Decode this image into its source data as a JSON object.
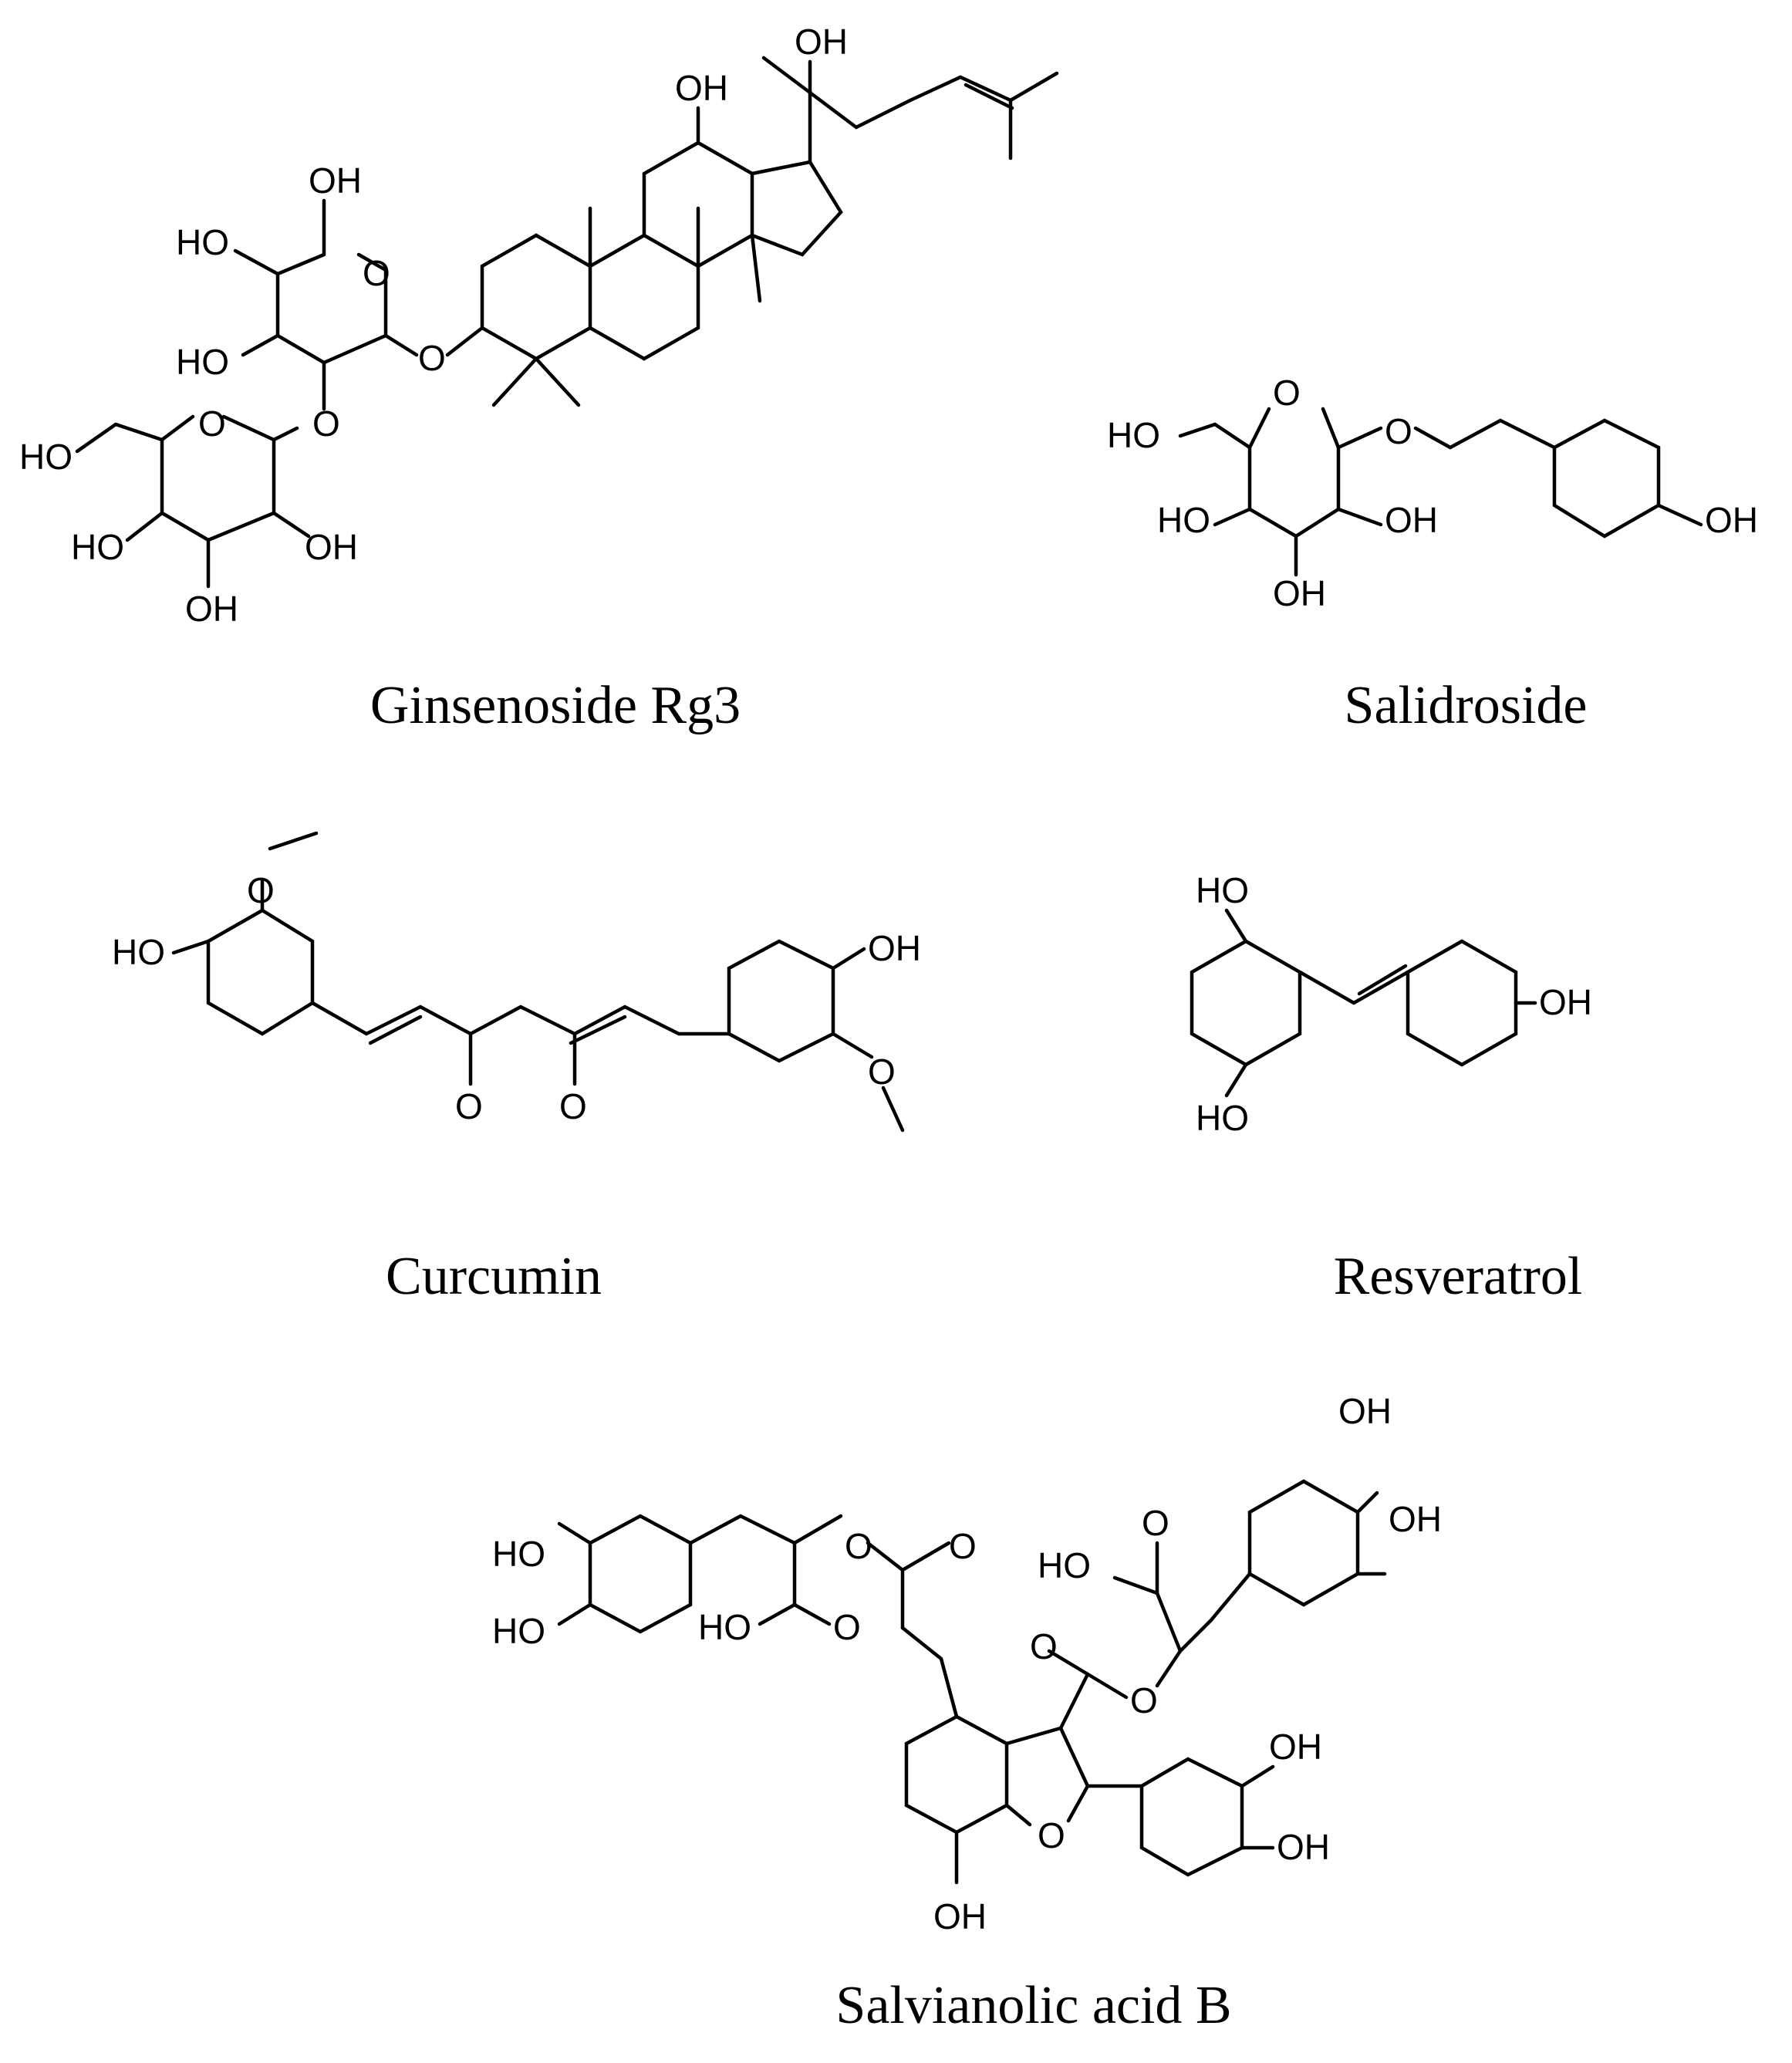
{
  "figure": {
    "captions": {
      "ginsenoside_rg3": "Ginsenoside Rg3",
      "salidroside": "Salidroside",
      "curcumin": "Curcumin",
      "resveratrol": "Resveratrol",
      "salvianolic_acid_b": "Salvianolic acid B"
    },
    "atom_labels": {
      "OH": "OH",
      "HO": "HO",
      "O": "O"
    }
  }
}
